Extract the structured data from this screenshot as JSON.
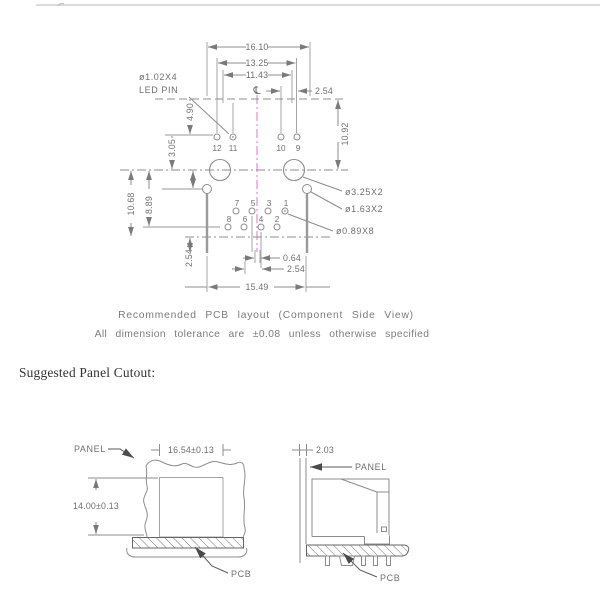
{
  "colors": {
    "drawing_line": "#8d8d8d",
    "dimension_text": "#6f6f6f",
    "centerline_pink": "#e473cc",
    "section_title_text": "#333333",
    "hatch_border": "#666666"
  },
  "top_drawing": {
    "dims": {
      "overall_width": "16.10",
      "led_span": "13.25",
      "inner_span": "11.43",
      "pitch_top_right": "2.54",
      "led_row_offset": "4.90",
      "to_centerline": "3.05",
      "height_right": "10.92",
      "height_left": "10.68",
      "pin_row_height": "8.89",
      "bottom_left_offset": "2.54",
      "stagger_offset": "0.64",
      "pin_pitch": "2.54",
      "body_width": "15.49"
    },
    "labels": {
      "led_dia": "ø1.02X4",
      "led_pin": "LED PIN",
      "centerline_symbol": "℄",
      "dia_large": "ø3.25X2",
      "dia_medium": "ø1.63X2",
      "dia_small": "ø0.89X8"
    },
    "pins": {
      "led": [
        "12",
        "11",
        "10",
        "9"
      ],
      "odd": [
        "7",
        "5",
        "3",
        "1"
      ],
      "even": [
        "8",
        "6",
        "4",
        "2"
      ]
    }
  },
  "notes": {
    "line1": "Recommended PCB layout (Component Side View)",
    "line2": "All dimension tolerance are ±0.08 unless otherwise specified"
  },
  "section": {
    "title": "Suggested Panel Cutout:"
  },
  "panel_front": {
    "panel_label": "PANEL",
    "pcb_label": "PCB",
    "width_dim": "16.54±0.13",
    "height_dim": "14.00±0.13"
  },
  "panel_side": {
    "panel_label": "PANEL",
    "pcb_label": "PCB",
    "thickness_dim": "2.03"
  }
}
